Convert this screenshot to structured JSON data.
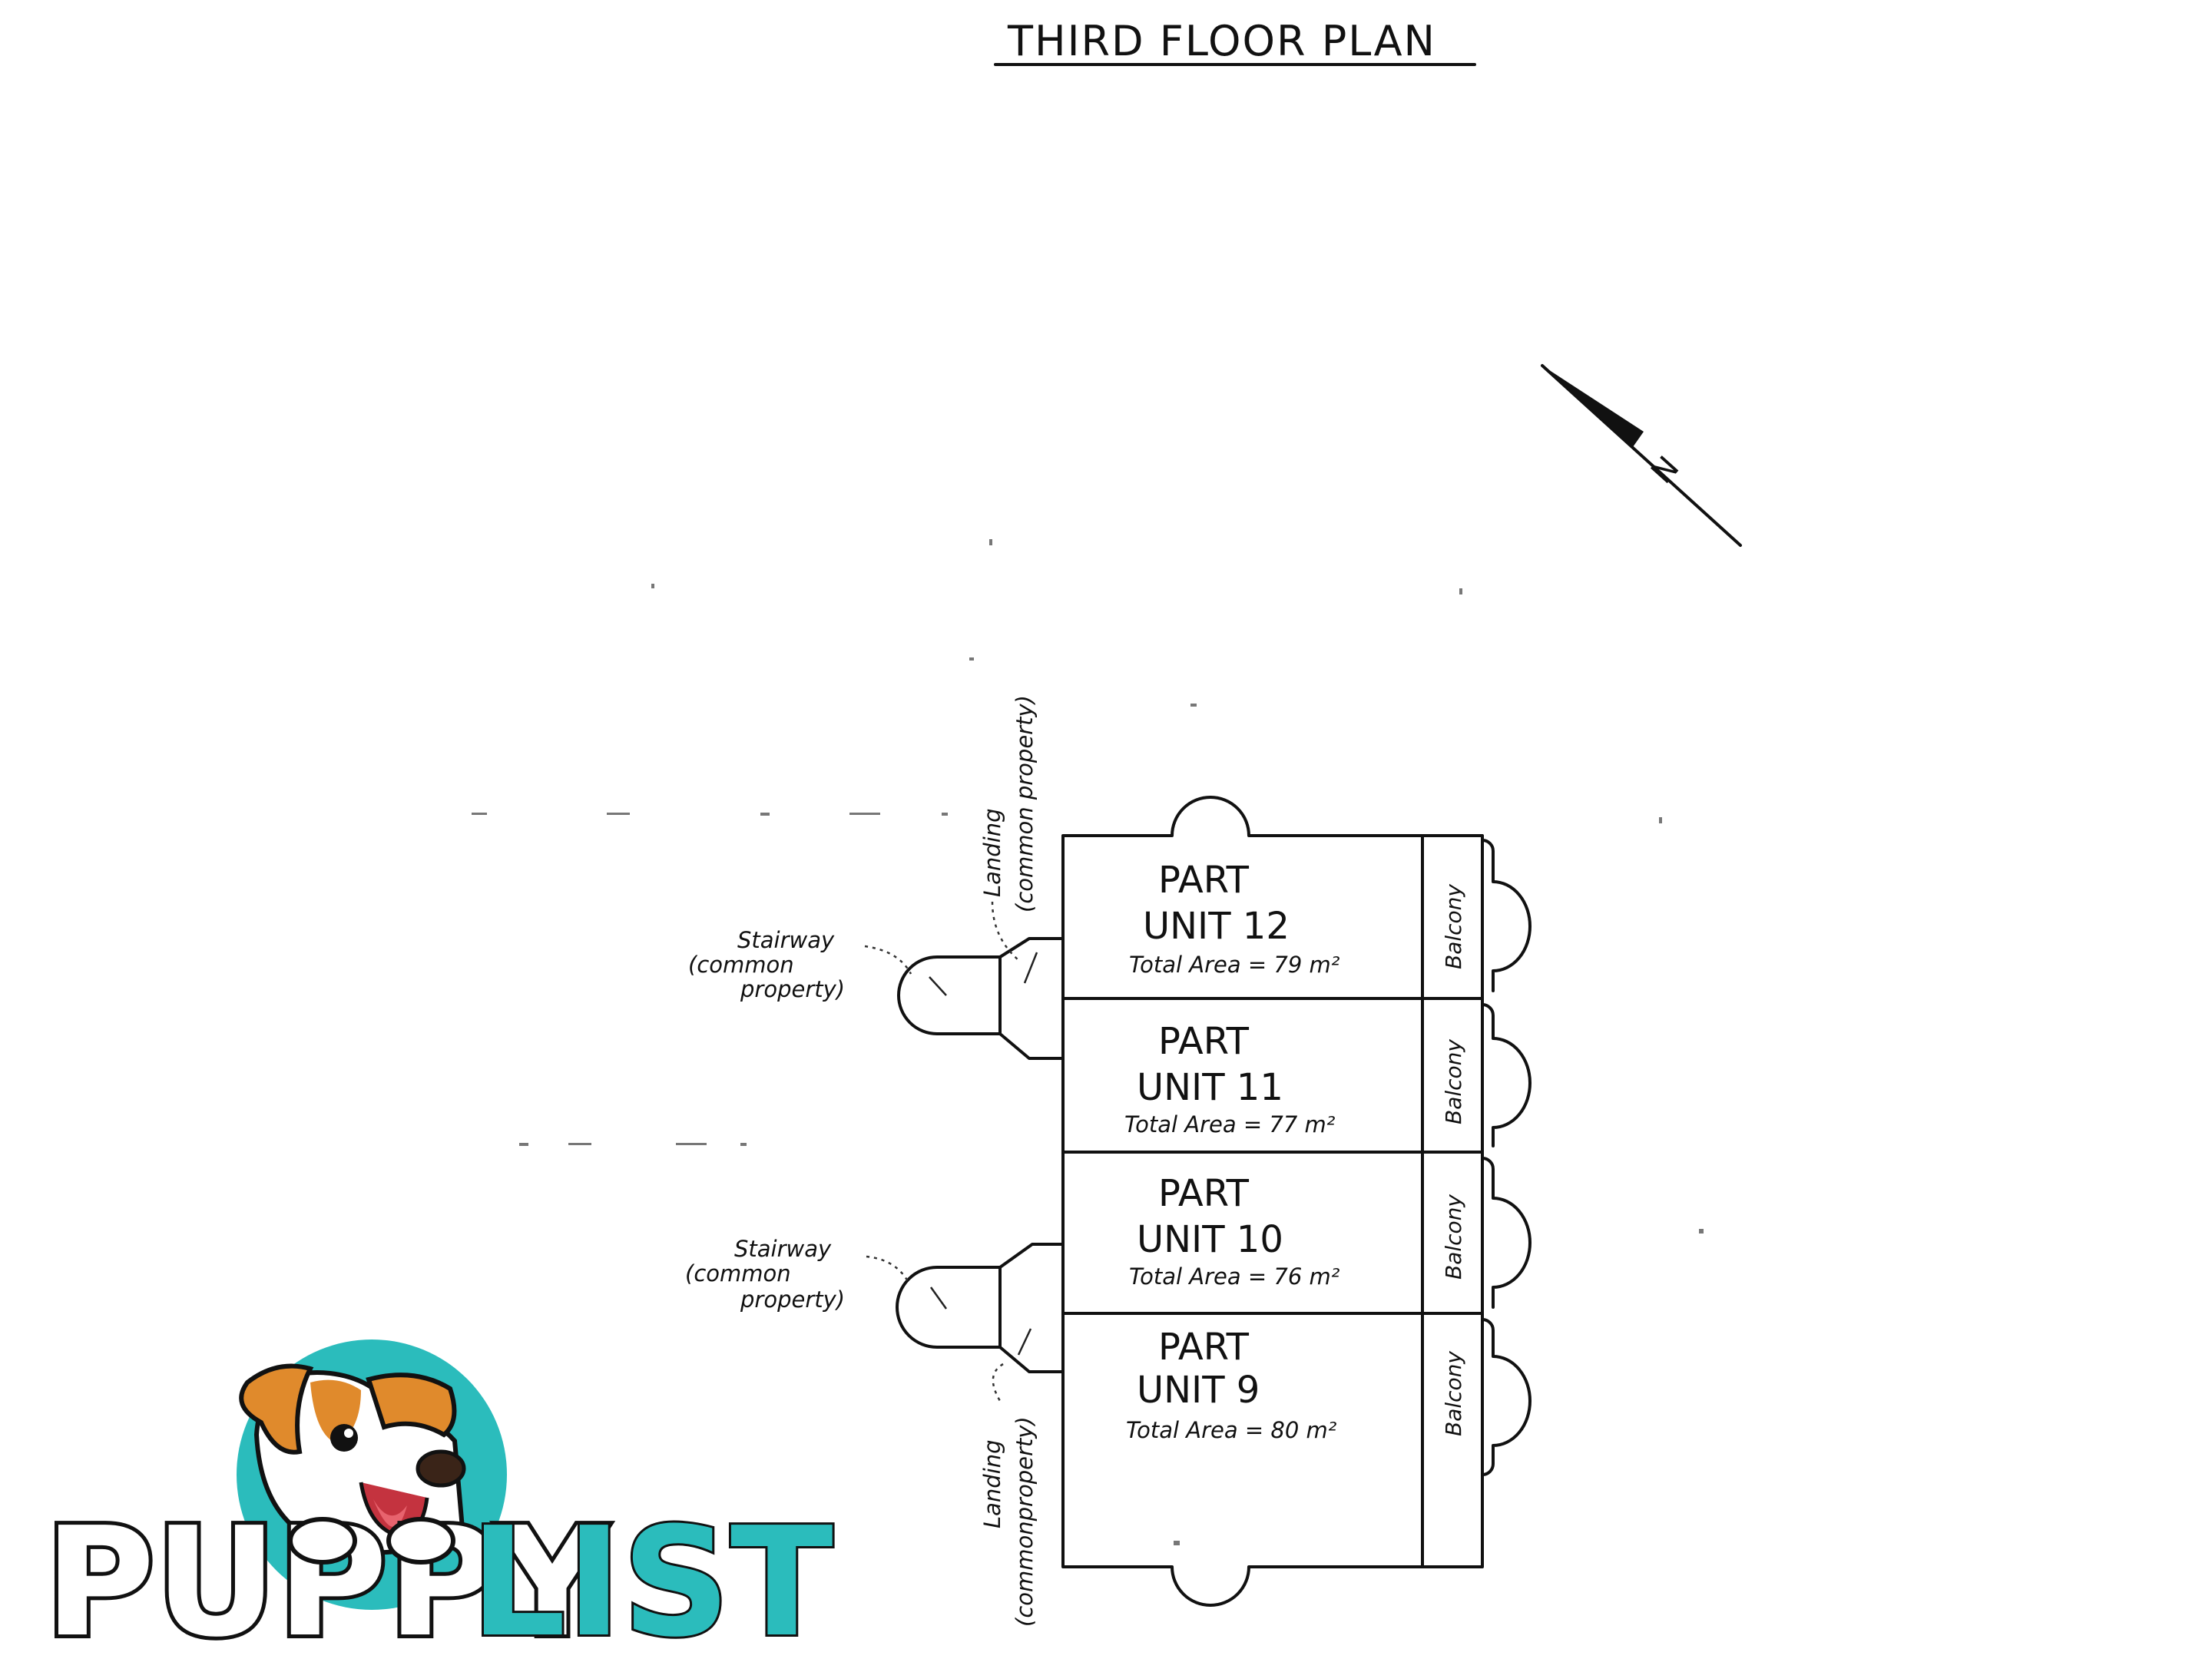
{
  "title": "THIRD FLOOR PLAN",
  "north_label": "N",
  "units": [
    {
      "line1": "PART",
      "line2": "UNIT 12",
      "area": "Total Area = 79 m²",
      "balcony": "Balcony"
    },
    {
      "line1": "PART",
      "line2": "UNIT 11",
      "area": "Total Area = 77 m²",
      "balcony": "Balcony"
    },
    {
      "line1": "PART",
      "line2": "UNIT 10",
      "area": "Total Area = 76 m²",
      "balcony": "Balcony"
    },
    {
      "line1": "PART",
      "line2": "UNIT 9",
      "area": "Total Area = 80 m²",
      "balcony": "Balcony"
    }
  ],
  "stairway_notes": [
    {
      "line1": "Stairway",
      "line2": "(common",
      "line3": "property)"
    },
    {
      "line1": "Stairway",
      "line2": "(common",
      "line3": "property)"
    }
  ],
  "landing_notes": [
    {
      "line1": "Landing",
      "line2": "(common property)"
    },
    {
      "line1": "Landing",
      "line2": "(commonproperty)"
    }
  ],
  "logo": {
    "part1": "PUPPY",
    "part2": "LIST",
    "dark_color": "#111111",
    "accent_color": "#2bbcbc"
  }
}
